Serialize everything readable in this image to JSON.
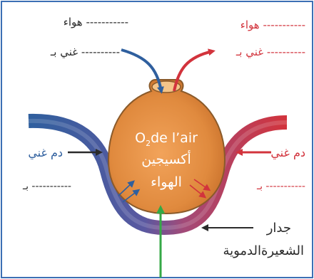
{
  "labels": {
    "left_air": "هواء -----------",
    "left_rich": "غني بـ ----------",
    "right_air": "هواء -----------",
    "right_rich": "غني بـ ----------",
    "left_blood": "دم غني",
    "left_blood_cont": "بـ -----------",
    "right_blood": "دم غني",
    "right_blood_cont": "بـ -----------",
    "o2": "de l’air",
    "o2_prefix": "O",
    "o2_sub": "2",
    "oxygen": "أكسيجين",
    "air": "الهواء",
    "wall_1": "جدار",
    "wall_2": "الشعيرةالدموية"
  },
  "colors": {
    "red": "#d2333c",
    "blue": "#2f5f9e",
    "alveolus": "#e6a15c",
    "alveolus_edge": "#8a5a2a",
    "green_arrow": "#35a846",
    "frame": "#3c6fb4"
  }
}
